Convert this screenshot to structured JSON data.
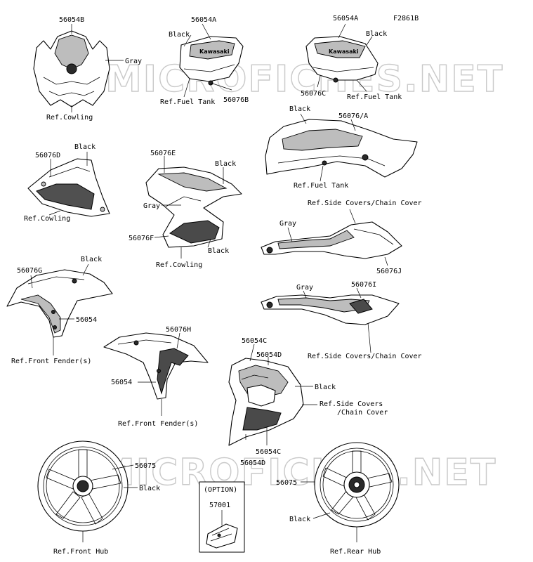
{
  "figure_id": "F2861B",
  "watermark": "MICROFICHES.NET",
  "groups": {
    "cowl": {
      "part_no": "56054B",
      "color": "Gray",
      "ref": "Ref.Cowling"
    },
    "tank_left": {
      "part_no": "56054A",
      "color": "Black",
      "ref": "Ref.Fuel Tank",
      "part_no_2": "56076B",
      "brand": "Kawasaki"
    },
    "tank_right": {
      "part_no": "56054A",
      "color": "Black",
      "ref": "Ref.Fuel Tank",
      "part_no_2": "56076C",
      "brand": "Kawasaki"
    },
    "tank_cover": {
      "color": "Black",
      "part_no": "56076/A",
      "ref": "Ref.Fuel Tank"
    },
    "shroud_left": {
      "part_no": "56076D",
      "color": "Black",
      "ref": "Ref.Cowling"
    },
    "shroud_right": {
      "part_no": "56076E",
      "color_top": "Black",
      "color_mid": "Gray",
      "part_no_2": "56076F",
      "color_bottom": "Black",
      "ref": "Ref.Cowling"
    },
    "side_cover_right": {
      "ref": "Ref.Side Covers/Chain Cover",
      "color": "Gray",
      "part_no": "56076J"
    },
    "side_cover_left": {
      "color": "Gray",
      "part_no": "56076I",
      "ref": "Ref.Side Covers/Chain Cover"
    },
    "fender_left": {
      "part_no": "56076G",
      "color": "Black",
      "part_no_2": "56054",
      "ref": "Ref.Front Fender(s)"
    },
    "fender_right": {
      "part_no": "56076H",
      "part_no_2": "56054",
      "ref": "Ref.Front Fender(s)"
    },
    "tail": {
      "part_no_top_1": "56054C",
      "part_no_top_2": "56054D",
      "color": "Black",
      "ref_line_1": "Ref.Side Covers",
      "ref_line_2": "/Chain Cover",
      "part_no_bottom_1": "56054D",
      "part_no_bottom_2": "56054C"
    },
    "front_wheel": {
      "part_no": "56075",
      "color": "Black",
      "ref": "Ref.Front Hub"
    },
    "option": {
      "title": "(OPTION)",
      "part_no": "57001"
    },
    "rear_wheel": {
      "part_no": "56075",
      "color": "Black",
      "ref": "Ref.Rear Hub"
    }
  }
}
